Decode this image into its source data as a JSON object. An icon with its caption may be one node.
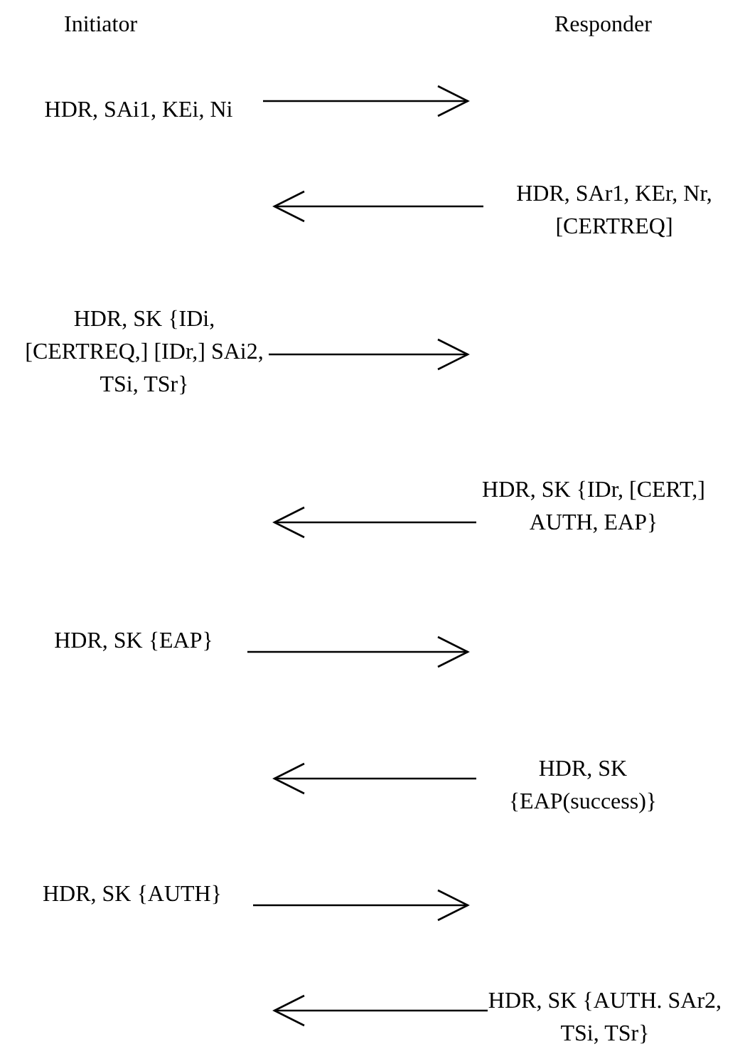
{
  "diagram": {
    "nodes": [
      {
        "text": [
          "HDR, SAi1, KEi, Ni"
        ]
      },
      {
        "text": [
          "HDR, SAr1, KEr, Nr, [CERTREQ]"
        ]
      },
      {
        "text": [
          "HDR, SK {IDi, [CERTREQ,] [IDr,] SAi2, TSi, TSr}"
        ]
      },
      {
        "text": [
          "HDR, SK {IDr, [CERT,] AUTH, EAP}"
        ]
      },
      {
        "text": [
          "HDR, SK {EAP}"
        ]
      },
      {
        "text": [
          "HDR, SK {EAP(success)}"
        ]
      },
      {
        "text": [
          "HDR, SK {AUTH}"
        ]
      },
      {
        "text": [
          "HDR, SK {AUTH. SAr2, TSi, TSr}"
        ]
      }
    ],
    "edges": [
      {
        "from": 0,
        "to": null,
        "arrow": "to"
      },
      {
        "from": 1,
        "to": null,
        "arrow": "to"
      },
      {
        "from": 2,
        "to": null,
        "arrow": "to"
      },
      {
        "from": 3,
        "to": null,
        "arrow": "to"
      },
      {
        "from": 4,
        "to": null,
        "arrow": "to"
      },
      {
        "from": 5,
        "to": null,
        "arrow": "to"
      },
      {
        "from": 6,
        "to": null,
        "arrow": "to"
      },
      {
        "from": 7,
        "to": null,
        "arrow": "to"
      }
    ],
    "labels": [
      "Initiator",
      "Responder"
    ]
  }
}
